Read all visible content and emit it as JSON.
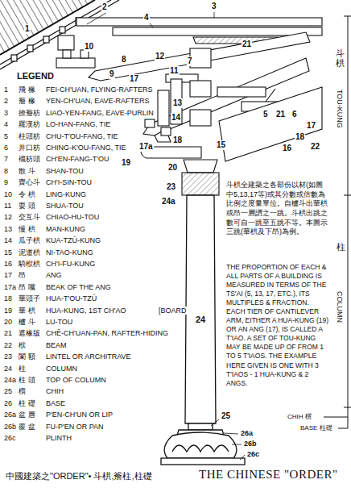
{
  "diagram": {
    "title": "THE CHINESE \"ORDER\"",
    "labels": [
      "LEGEND",
      "1",
      "飛 椽",
      "FEI-CH'UAN, FLYING-RAFTERS",
      "2",
      "簷 椽",
      "YEN-CH'UAN, EAVE-RAFTERS",
      "3",
      "撩簷枋",
      "LIAO-YEN-FANG, EAVE-PURLIN",
      "4",
      "羅漢枋",
      "LO-HAN-FANG, TIE",
      "5",
      "柱頭枋",
      "CHU-T'OU-FANG, TIE",
      "6",
      "井口枋",
      "CHING-K'OU-FANG, TIE",
      "7",
      "襯枋頭",
      "CH'EN-FANG-T'OU",
      "8",
      "散 斗",
      "SHAN-TOU",
      "9",
      "齊心斗",
      "CH'I-SIN-TOU",
      "10",
      "令 栱",
      "LING-KUNG",
      "11",
      "耍 頭",
      "SHUA-TOU",
      "12",
      "交互斗",
      "CHIAO-HU-TOU",
      "13",
      "慢 栱",
      "MAN-KUNG",
      "14",
      "瓜子栱",
      "KUA-TZŬ-KUNG",
      "15",
      "泥道栱",
      "NI-TAO-KUNG",
      "16",
      "騎栿栱",
      "CH'I-FU-KUNG",
      "17",
      "昂",
      "ANG",
      "17a",
      "昂 嘴",
      "BEAK OF THE ANG",
      "18",
      "華頭子",
      "HUA-T'OU-TZŬ",
      "19",
      "華 栱",
      "HUA-KUNG, 1ST CH'AO",
      "20",
      "櫨 斗",
      "LU-TOU",
      "21",
      "遮椽版",
      "CHÊ-CH'UAN-PAN, RAFTER-HIDING",
      "22",
      "栿",
      "BEAM",
      "23",
      "闌 額",
      "LINTEL OR ARCHITRAVE",
      "24",
      "柱",
      "COLUMN",
      "24a",
      "柱 頭",
      "TOP OF COLUMN",
      "25",
      "櫍",
      "CHIH",
      "26",
      "柱 礎",
      "BASE",
      "26a",
      "盆 唇",
      "P'EN-CH'UN OR LIP",
      "26b",
      "覆 盆",
      "FU-P'EN OR PAN",
      "26c",
      "PLINTH",
      "[BOARD",
      "1",
      "2",
      "3",
      "4",
      "21",
      "7",
      "8",
      "9",
      "10",
      "11",
      "12",
      "13",
      "14",
      "15",
      "17",
      "17a",
      "18",
      "19",
      "20",
      "23",
      "24a",
      "5",
      "21",
      "6",
      "17",
      "18",
      "16",
      "22",
      "24",
      "25",
      "26a",
      "26b",
      "26c",
      "斗栱",
      "TOU-KUNG",
      "柱",
      "COLUMN",
      "斗栱全建築之各部份以材(如圖中5,13,17等)或其分數或倍數為比例之度量單位。自櫨斗出華栱或昂一層謂之一跳。斗栱出跳之數可自一跳至五跳不等。本圖示三跳(華栱及下昂)為例。",
      "THE PROPORTION OF EACH & ALL PARTS OF A BUILDING IS MEASURED IN TERMS OF THE TS'AI (5, 13, 17, ETC.), ITS MULTIPLES & FRACTION. EACH TIER OF CANTILEVER ARM, EITHER A HUA-KUNG (19) OR AN ANG (17), IS CALLED A T'IAO. A SET OF TOU-KUNG MAY BE MADE UP OF FROM 1 TO 5 T'IAOS. THE EXAMPLE HERE GIVEN IS ONE WITH 3 T'IAOS - 1 HUA-KUNG & 2 ANGS.",
      "CHIH 櫍",
      "BASE 柱礎",
      "中國建築之\"ORDER\"• 斗栱,簷柱,柱礎"
    ]
  }
}
